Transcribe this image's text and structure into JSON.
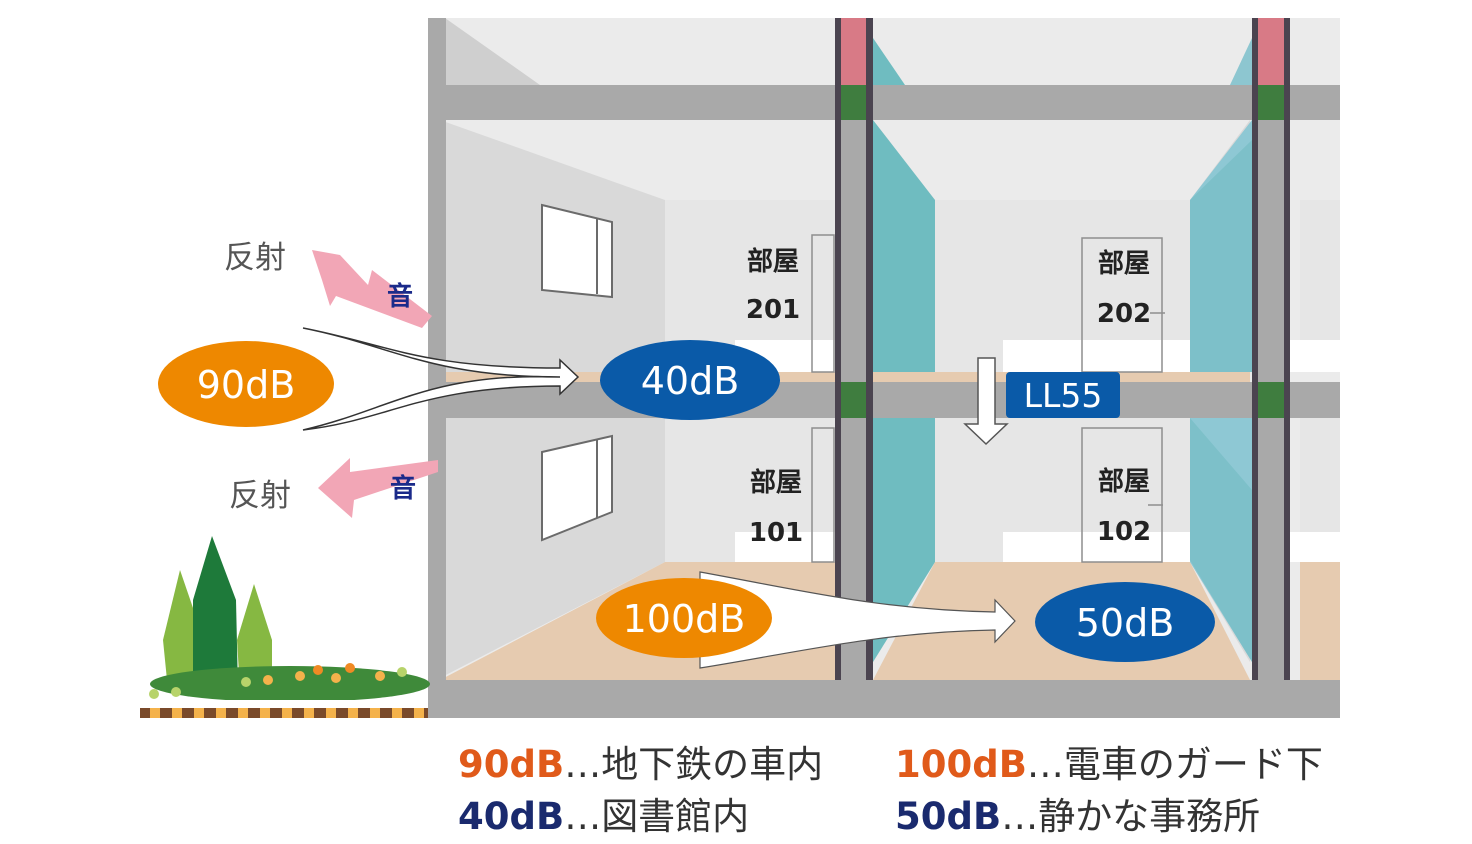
{
  "colors": {
    "loud": "#ee8800",
    "quiet": "#0a5aa8",
    "legend_loud": "#e05a1a",
    "legend_quiet": "#1a2a6e",
    "reflect_arrow": "#f2a6b6",
    "partition": "#6fbcc0",
    "floor": "#e6cbb0",
    "wall": "#dcdcdc",
    "structure": "#a9a9a9",
    "column": "#4b4450"
  },
  "outside": {
    "reflect_top": "反射",
    "reflect_bottom": "反射",
    "sound_top": "音",
    "sound_bottom": "音",
    "db_outside": "90dB"
  },
  "rooms": [
    {
      "name": "部屋",
      "number": "201"
    },
    {
      "name": "部屋",
      "number": "202"
    },
    {
      "name": "部屋",
      "number": "101"
    },
    {
      "name": "部屋",
      "number": "102"
    }
  ],
  "levels": {
    "room201": "40dB",
    "room101": "100dB",
    "room102": "50dB",
    "floor_rating": "LL55"
  },
  "legend": [
    {
      "value": "90dB",
      "desc": "…地下鉄の車内",
      "tone": "loud"
    },
    {
      "value": "40dB",
      "desc": "…図書館内",
      "tone": "quiet"
    },
    {
      "value": "100dB",
      "desc": "…電車のガード下",
      "tone": "loud"
    },
    {
      "value": "50dB",
      "desc": "…静かな事務所",
      "tone": "quiet"
    }
  ]
}
